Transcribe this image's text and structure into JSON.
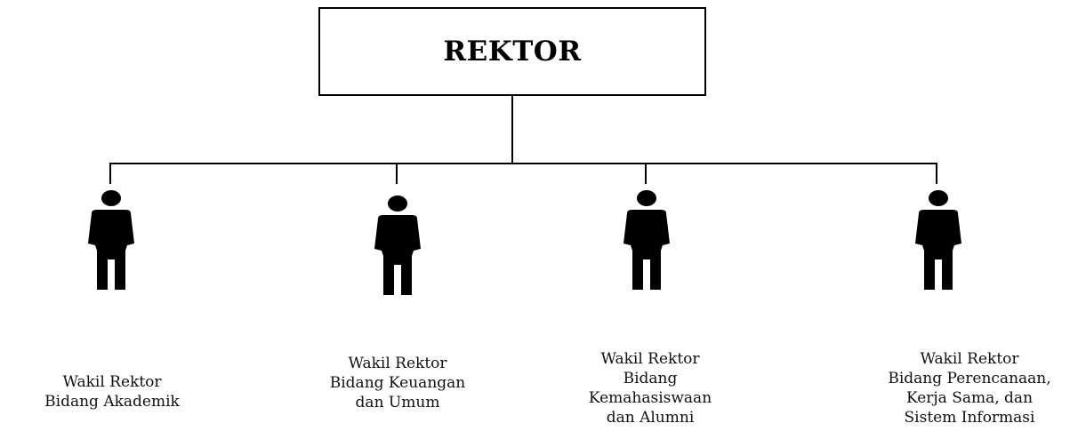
{
  "top": {
    "title": "REKTOR"
  },
  "units": [
    {
      "lines": [
        "Wakil Rektor",
        "Bidang Akademik"
      ]
    },
    {
      "lines": [
        "Wakil Rektor",
        "Bidang Keuangan",
        "dan Umum"
      ]
    },
    {
      "lines": [
        "Wakil Rektor",
        "Bidang",
        "Kemahasiswaan",
        "dan Alumni"
      ]
    },
    {
      "lines": [
        "Wakil Rektor",
        "Bidang Perencanaan,",
        "Kerja Sama, dan",
        "Sistem Informasi"
      ]
    }
  ]
}
